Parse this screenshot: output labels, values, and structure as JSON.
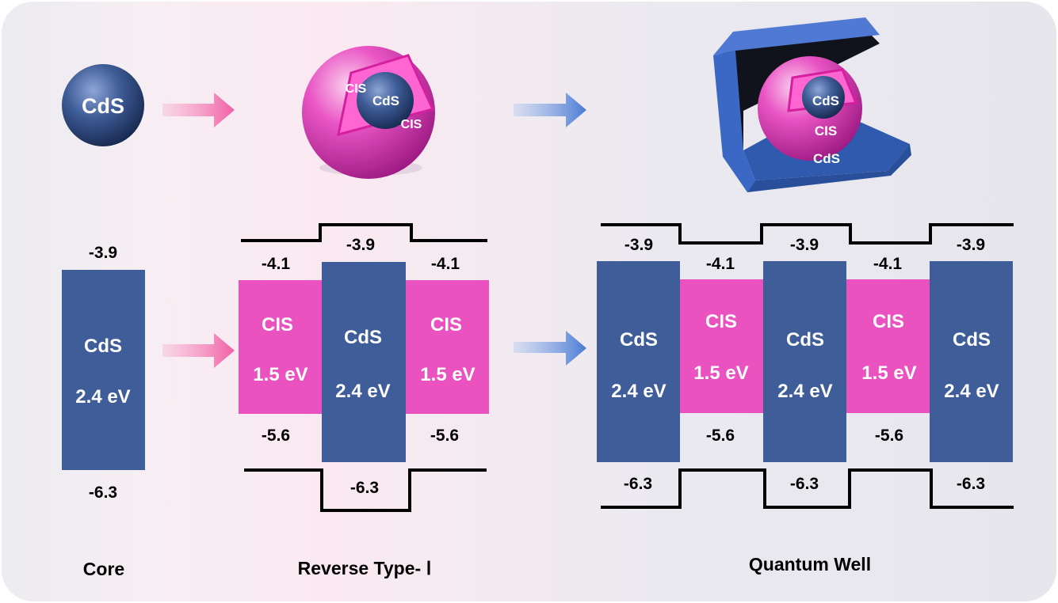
{
  "colors": {
    "cds": "#3f5d98",
    "cis": "#ea52c0",
    "arrow_pink": "#f05fa6",
    "arrow_blue": "#4a7bd4",
    "box_blue": "#3a68c4"
  },
  "top": {
    "core_label": "CdS",
    "core_shell": {
      "shell_label_1": "CIS",
      "core_label": "CdS",
      "shell_label_2": "CIS"
    },
    "quantum_well": {
      "core_label": "CdS",
      "shell_label": "CIS",
      "outer_label": "CdS"
    }
  },
  "core_band": {
    "top_value": "-3.9",
    "material": "CdS",
    "gap": "2.4 eV",
    "bottom_value": "-6.3"
  },
  "reverse_type_i": {
    "cis_top": "-4.1",
    "cds_top": "-3.9",
    "cis_bottom": "-5.6",
    "cds_bottom": "-6.3",
    "cis_material": "CIS",
    "cis_gap": "1.5 eV",
    "cds_material": "CdS",
    "cds_gap": "2.4 eV"
  },
  "quantum_well": {
    "cds_top": "-3.9",
    "cis_top": "-4.1",
    "cds_bottom": "-6.3",
    "cis_bottom": "-5.6",
    "cds_material": "CdS",
    "cds_gap": "2.4 eV",
    "cis_material": "CIS",
    "cis_gap": "1.5 eV"
  },
  "captions": {
    "core": "Core",
    "reverse": "Reverse Type- Ⅰ",
    "quantum_well": "Quantum Well"
  }
}
